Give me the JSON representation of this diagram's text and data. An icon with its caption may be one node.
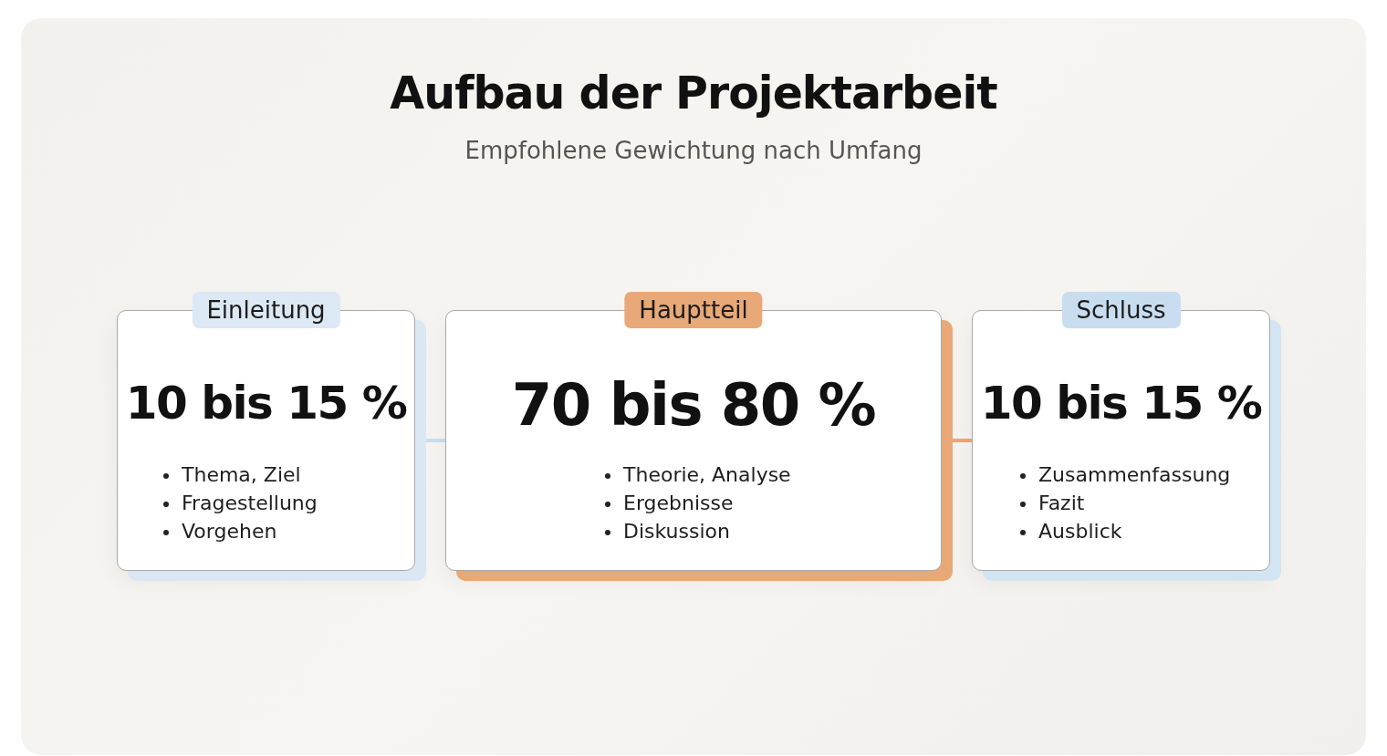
{
  "diagram": {
    "title": "Aufbau der Projektarbeit",
    "caption": "Empfohlene Gewichtung nach Umfang",
    "nodes": [
      {
        "text": [
          "Einleitung",
          "10 bis 15 %",
          "Thema, Ziel",
          "Fragestellung",
          "Vorgehen"
        ]
      },
      {
        "text": [
          "Hauptteil",
          "70 bis 80 %",
          "Theorie, Analyse",
          "Ergebnisse",
          "Diskussion"
        ]
      },
      {
        "text": [
          "Schluss",
          "10 bis 15 %",
          "Zusammenfassung",
          "Fazit",
          "Ausblick"
        ]
      }
    ],
    "edges": [
      {
        "from": 0,
        "to": 1,
        "arrow": "none",
        "color": "#c7dff0"
      },
      {
        "from": 1,
        "to": 2,
        "arrow": "none",
        "color": "#e8a878"
      }
    ]
  }
}
